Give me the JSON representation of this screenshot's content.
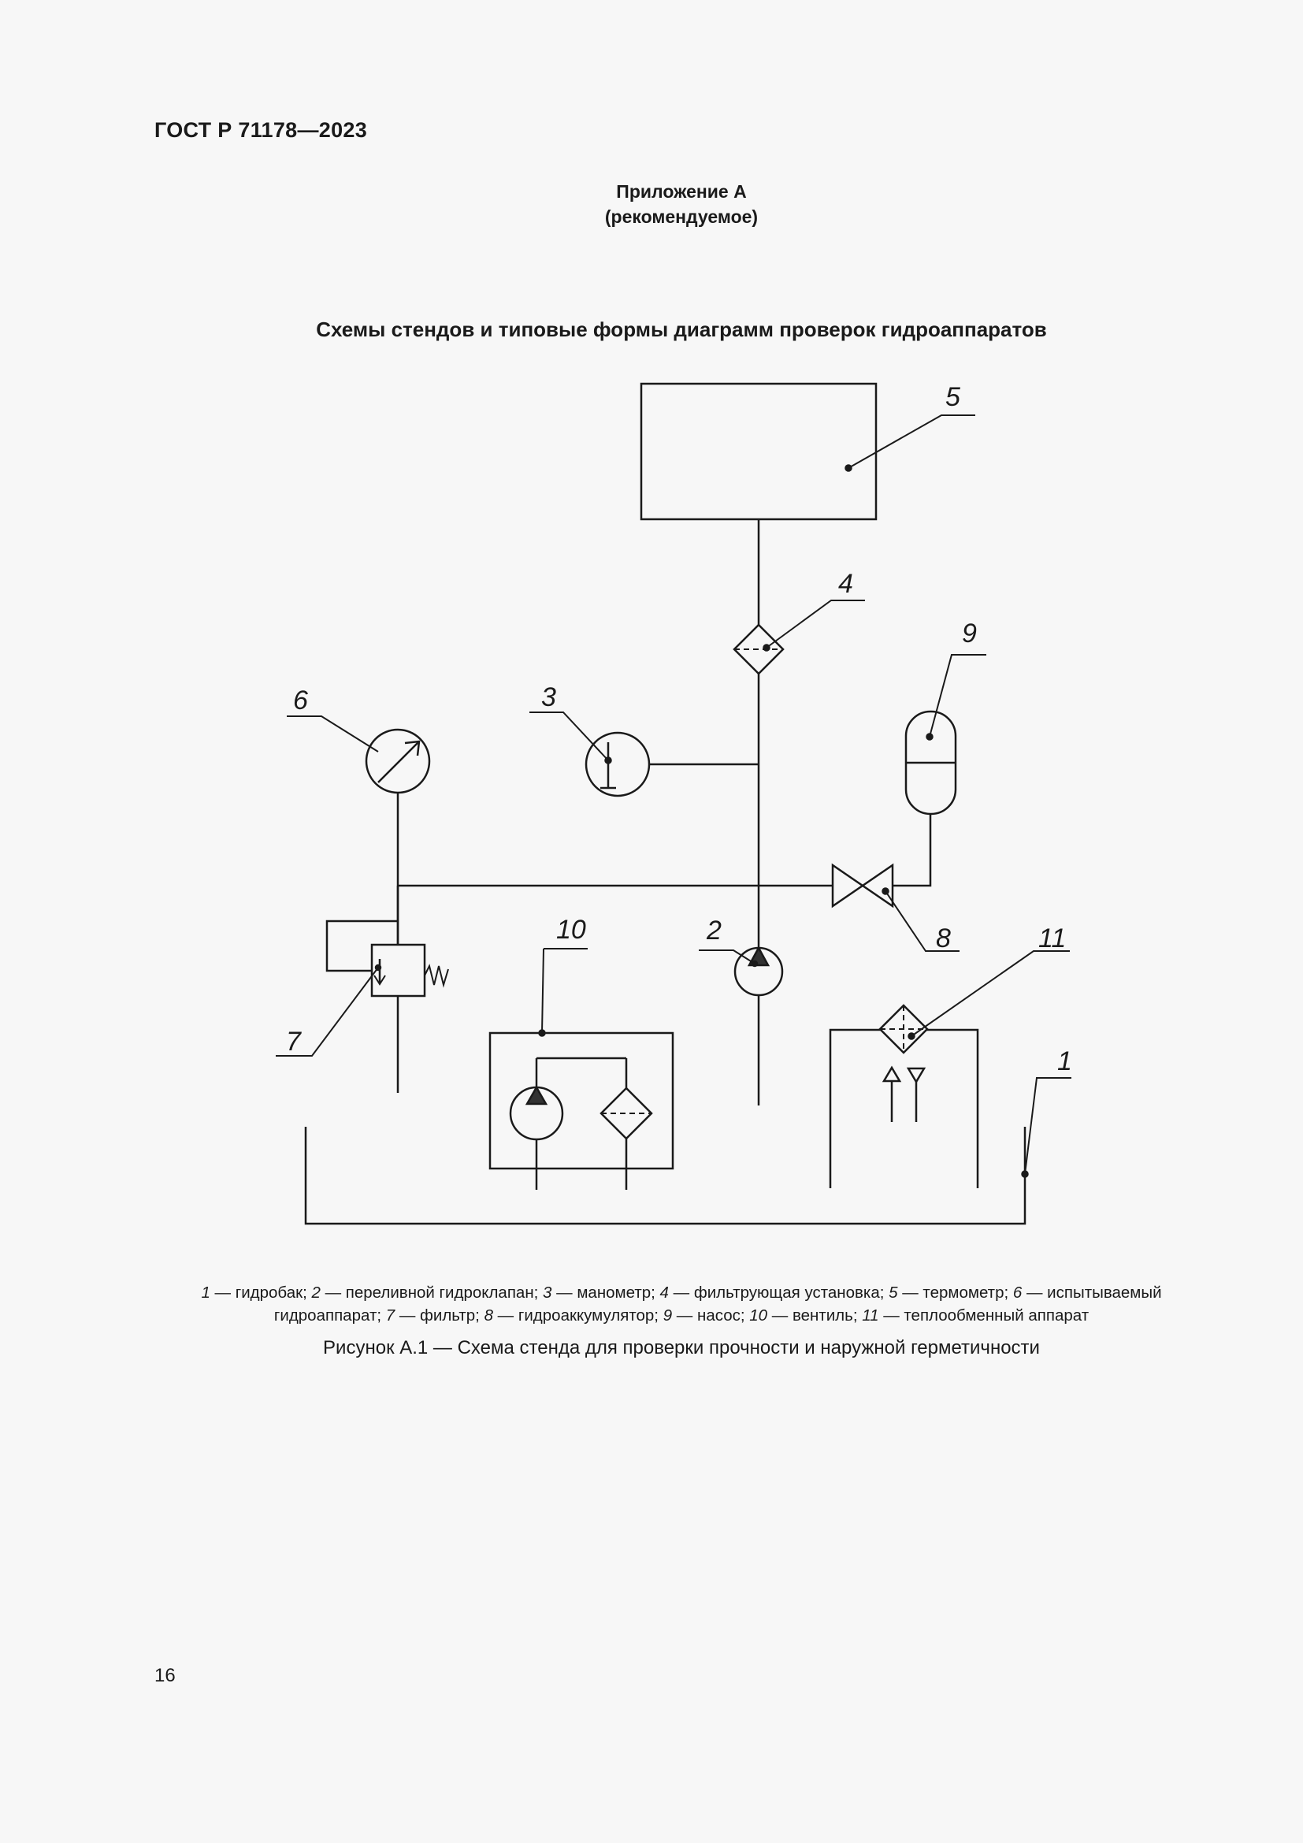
{
  "header": {
    "standard_id": "ГОСТ Р 71178—2023"
  },
  "annex": {
    "title": "Приложение А",
    "status": "(рекомендуемое)"
  },
  "section_title": "Схемы стендов и типовые формы диаграмм проверок гидроаппаратов",
  "diagram": {
    "labels": [
      "1",
      "2",
      "3",
      "4",
      "5",
      "6",
      "7",
      "8",
      "9",
      "10",
      "11"
    ]
  },
  "legend": {
    "items": [
      {
        "num": "1",
        "text": " — гидробак; "
      },
      {
        "num": "2",
        "text": " — переливной гидроклапан; "
      },
      {
        "num": "3",
        "text": " — манометр; "
      },
      {
        "num": "4",
        "text": " — фильтрующая установка; "
      },
      {
        "num": "5",
        "text": " — термометр; "
      },
      {
        "num": "6",
        "text": " — испытываемый гидроаппарат; "
      },
      {
        "num": "7",
        "text": " — фильтр; "
      },
      {
        "num": "8",
        "text": " — гидроаккумулятор; "
      },
      {
        "num": "9",
        "text": " — насос; "
      },
      {
        "num": "10",
        "text": " — вентиль; "
      },
      {
        "num": "11",
        "text": " — теплообменный аппарат"
      }
    ]
  },
  "figure_caption": "Рисунок А.1 — Схема стенда для проверки прочности и наружной герметичности",
  "page_number": "16"
}
